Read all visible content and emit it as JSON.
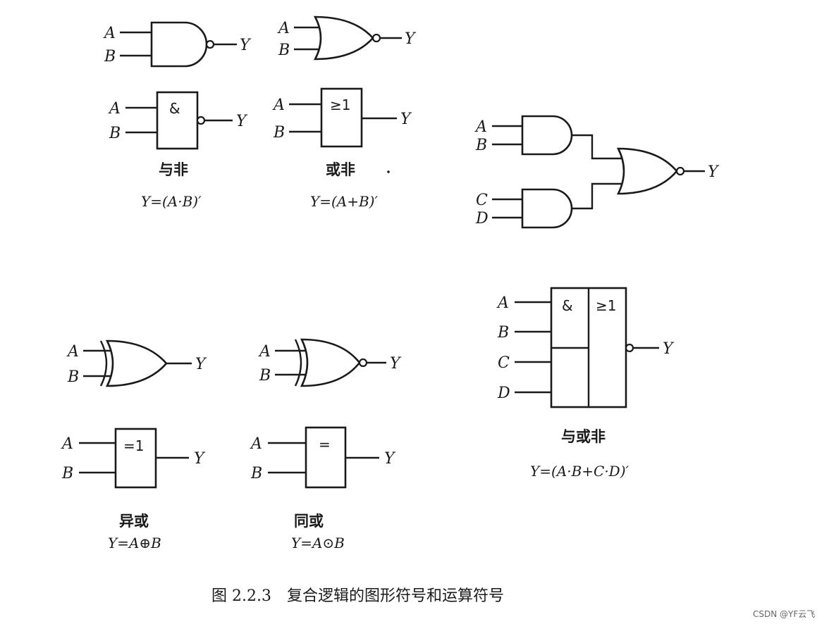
{
  "signals": {
    "a": "A",
    "b": "B",
    "c": "C",
    "d": "D",
    "y": "Y"
  },
  "symbols": {
    "and": "&",
    "or": "≥1",
    "xor": "=1",
    "xnor": "="
  },
  "nand": {
    "name": "与非",
    "expr": "Y=(A·B)′"
  },
  "nor": {
    "name": "或非",
    "expr": "Y=(A+B)′"
  },
  "xor": {
    "name": "异或",
    "expr": "Y=A⊕B"
  },
  "xnor": {
    "name": "同或",
    "expr": "Y=A⊙B"
  },
  "aoi": {
    "name": "与或非",
    "expr": "Y=(A·B+C·D)′"
  },
  "caption": "图 2.2.3　复合逻辑的图形符号和运算符号",
  "watermark": "CSDN @YF云飞"
}
